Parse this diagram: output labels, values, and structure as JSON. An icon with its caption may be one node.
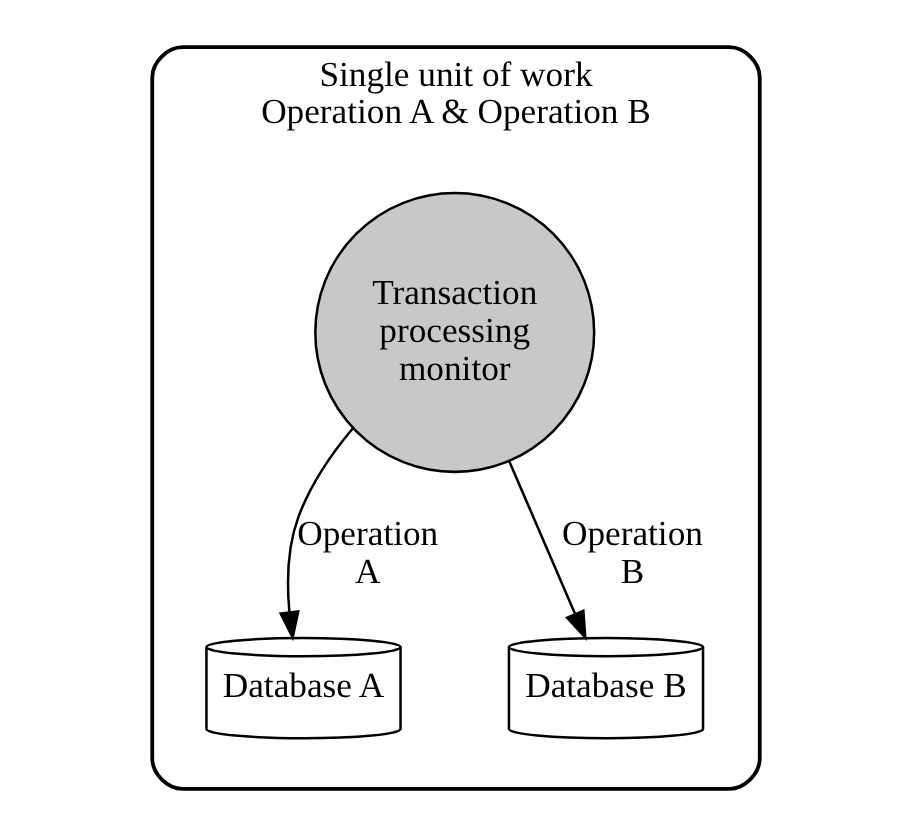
{
  "diagram": {
    "nodes": [
      {
        "text": [
          "Single unit of work",
          "Operation A & Operation B"
        ]
      },
      {
        "text": [
          "Transaction processing monitor"
        ],
        "in": 0
      },
      {
        "text": [
          "Database A"
        ],
        "in": 0
      },
      {
        "text": [
          "Database B"
        ],
        "in": 0
      }
    ],
    "edges": [
      {
        "from": 1,
        "to": 2,
        "arrow": "to",
        "label": "Operation A"
      },
      {
        "from": 1,
        "to": 3,
        "arrow": "to",
        "label": "Operation B"
      }
    ]
  }
}
